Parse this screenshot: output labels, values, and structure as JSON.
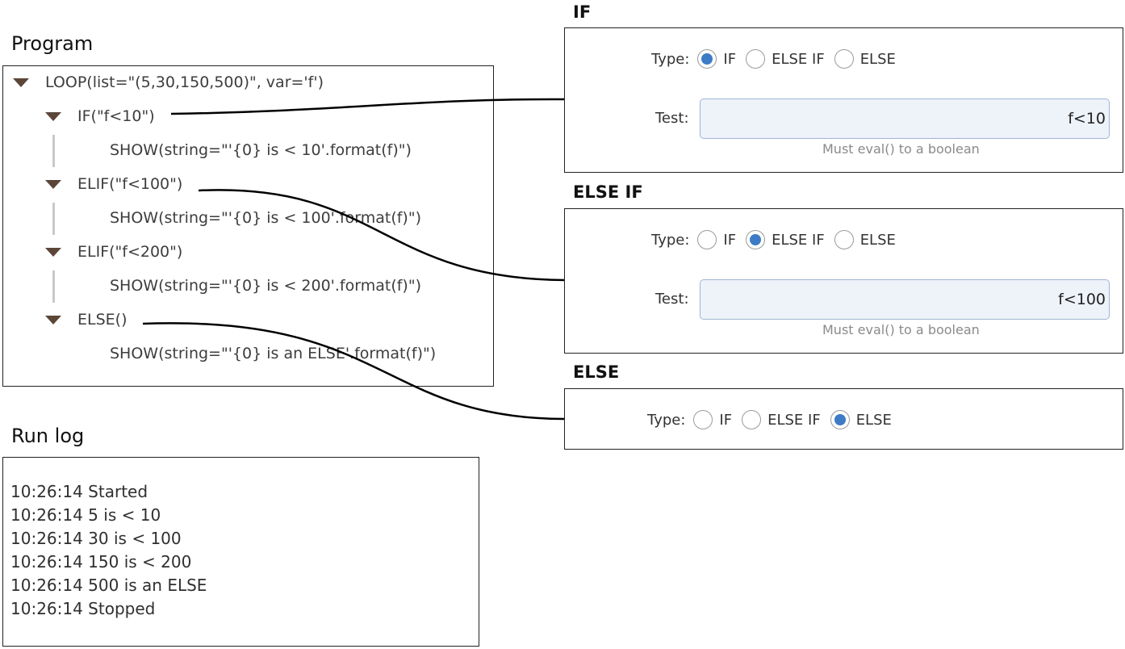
{
  "program": {
    "heading": "Program",
    "rows": [
      {
        "text": "LOOP(list=\"(5,30,150,500)\", var='f')"
      },
      {
        "text": "IF(\"f<10\")"
      },
      {
        "text": "SHOW(string=\"'{0} is < 10'.format(f)\")"
      },
      {
        "text": "ELIF(\"f<100\")"
      },
      {
        "text": "SHOW(string=\"'{0} is < 100'.format(f)\")"
      },
      {
        "text": "ELIF(\"f<200\")"
      },
      {
        "text": "SHOW(string=\"'{0} is < 200'.format(f)\")"
      },
      {
        "text": "ELSE()"
      },
      {
        "text": "SHOW(string=\"'{0} is an ELSE'.format(f)\")"
      }
    ]
  },
  "runlog": {
    "heading": "Run log",
    "lines": [
      "10:26:14 Started",
      "10:26:14 5 is < 10",
      "10:26:14 30 is < 100",
      "10:26:14 150 is < 200",
      "10:26:14 500 is an ELSE",
      "10:26:14 Stopped"
    ]
  },
  "panels": {
    "if": {
      "title": "IF",
      "type_label": "Type:",
      "options": [
        "IF",
        "ELSE IF",
        "ELSE"
      ],
      "selected": "IF",
      "test_label": "Test:",
      "test_value": "f<10",
      "hint": "Must eval() to a boolean"
    },
    "elseif": {
      "title": "ELSE IF",
      "type_label": "Type:",
      "options": [
        "IF",
        "ELSE IF",
        "ELSE"
      ],
      "selected": "ELSE IF",
      "test_label": "Test:",
      "test_value": "f<100",
      "hint": "Must eval() to a boolean"
    },
    "else": {
      "title": "ELSE",
      "type_label": "Type:",
      "options": [
        "IF",
        "ELSE IF",
        "ELSE"
      ],
      "selected": "ELSE"
    }
  },
  "icons": {
    "expand": "triangle-down-icon",
    "radio_checked_color": "#3d7bc6",
    "tree_triangle_color": "#5b4638"
  }
}
